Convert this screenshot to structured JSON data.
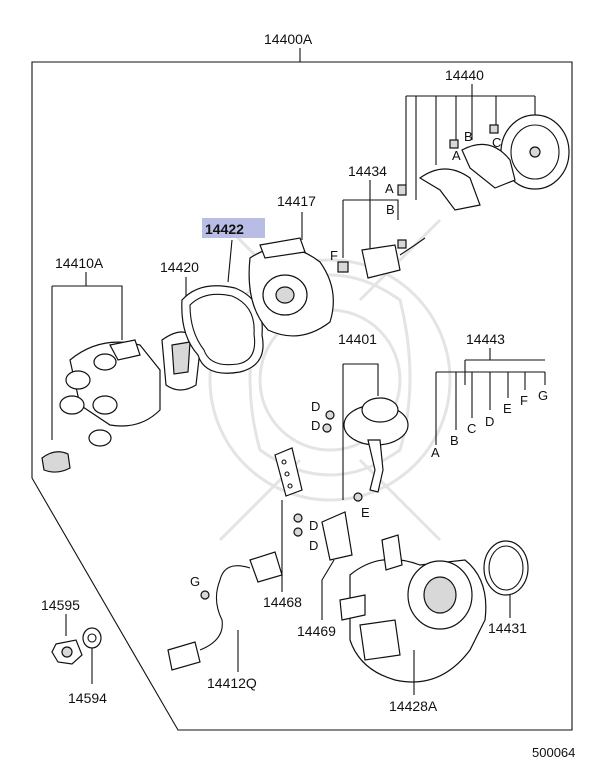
{
  "callouts": {
    "main_assembly": "14400A",
    "cap": "14410A",
    "rotor": "14420",
    "gasket": "14422",
    "cover": "14417",
    "pickup_kit": "14434",
    "screw_kit": "14440",
    "vacuum_unit": "14401",
    "bolt_kit": "14443",
    "bracket_a": "14468",
    "bracket_b": "14469",
    "o_ring": "14431",
    "housing": "14428A",
    "harness": "14412Q",
    "nut": "14595",
    "washer": "14594"
  },
  "letters": {
    "kit_14440": [
      "A",
      "B",
      "C"
    ],
    "kit_14434": [
      "A",
      "B",
      "F"
    ],
    "kit_14443": [
      "A",
      "B",
      "C",
      "D",
      "E",
      "F",
      "G"
    ],
    "vacuum": [
      "D",
      "D",
      "E"
    ],
    "bracket": [
      "D",
      "D"
    ],
    "harness": [
      "G"
    ]
  },
  "footer": {
    "diagram_code": "500064"
  },
  "colors": {
    "highlight": "#b9bde6",
    "line": "#111111"
  }
}
